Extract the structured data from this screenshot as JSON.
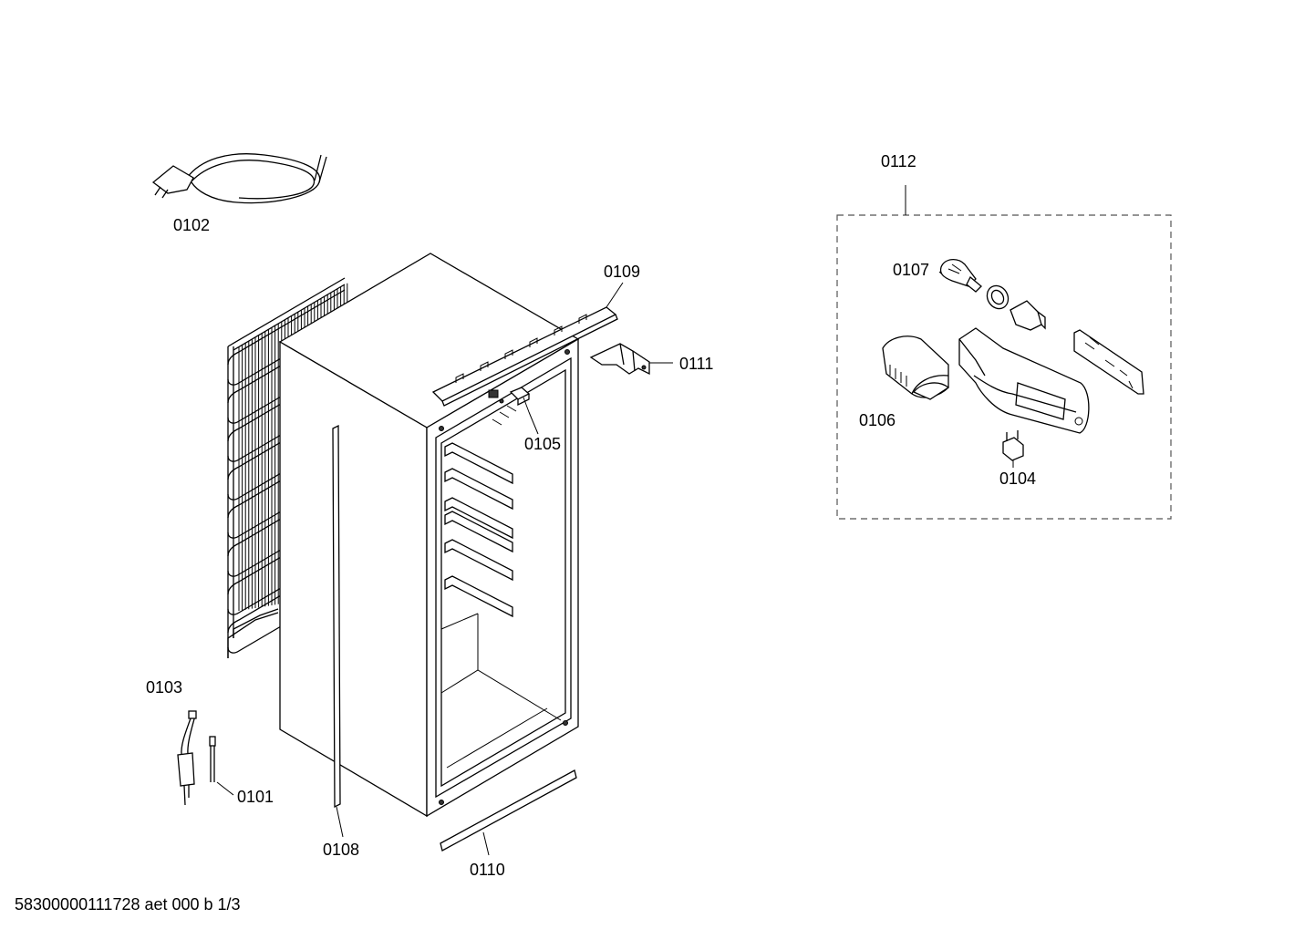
{
  "labels": {
    "p0101": "0101",
    "p0102": "0102",
    "p0103": "0103",
    "p0104": "0104",
    "p0105": "0105",
    "p0106": "0106",
    "p0107": "0107",
    "p0108": "0108",
    "p0109": "0109",
    "p0110": "0110",
    "p0111": "0111",
    "p0112": "0112"
  },
  "footer": {
    "document_code": "58300000111728 aet 000 b 1/3"
  }
}
